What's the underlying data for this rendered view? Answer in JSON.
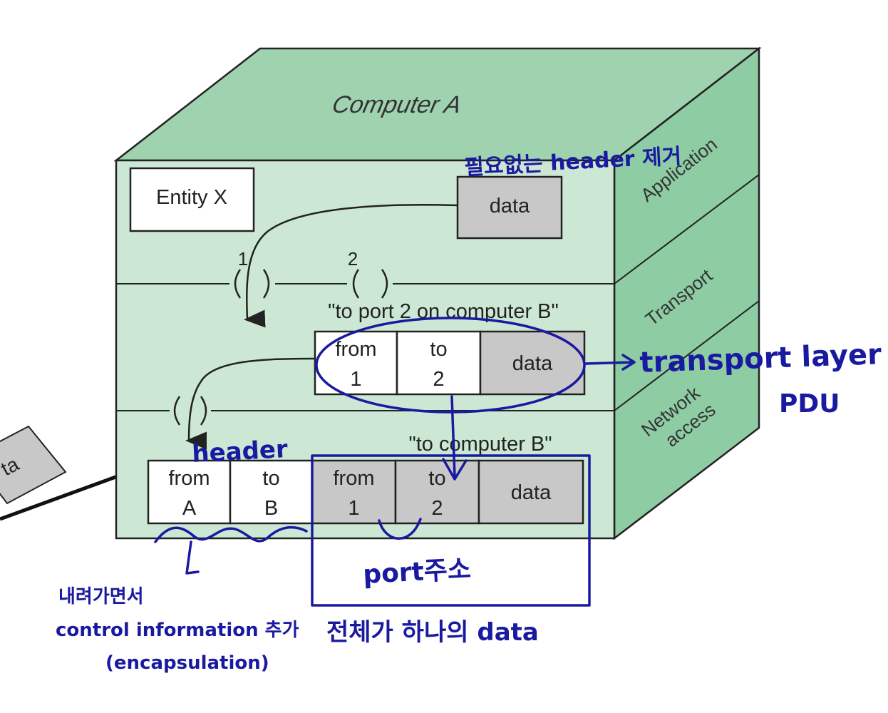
{
  "diagram": {
    "computer_label": "Computer A",
    "layers": [
      "Application",
      "Transport",
      "Network access"
    ],
    "entity_label": "Entity X",
    "port_numbers": [
      "1",
      "2"
    ],
    "app_data_label": "data",
    "transport_quote": "\"to port 2 on computer B\"",
    "transport_pdu": [
      {
        "line1": "from",
        "line2": "1"
      },
      {
        "line1": "to",
        "line2": "2"
      },
      {
        "line1": "data",
        "line2": ""
      }
    ],
    "network_quote": "\"to computer B\"",
    "network_pdu": [
      {
        "line1": "from",
        "line2": "A"
      },
      {
        "line1": "to",
        "line2": "B"
      },
      {
        "line1": "from",
        "line2": "1"
      },
      {
        "line1": "to",
        "line2": "2"
      },
      {
        "line1": "data",
        "line2": ""
      }
    ],
    "offscreen_packet_label": "ta"
  },
  "annotations": {
    "remove_header": "필요없는 header 제거",
    "transport_pdu_line1": "transport layer",
    "transport_pdu_line2": "PDU",
    "header": "header",
    "port_address": "port주소",
    "descending_line1": "내려가면서",
    "descending_line2": "control information 추가",
    "descending_line3": "(encapsulation)",
    "whole_as_data": "전체가 하나의 data"
  },
  "colors": {
    "cube_front": "#cce8d4",
    "cube_top": "#9fd3b0",
    "cube_side": "#8ecca4",
    "data_gray": "#c8c8c8",
    "ink_blue": "#1a1aa0"
  }
}
